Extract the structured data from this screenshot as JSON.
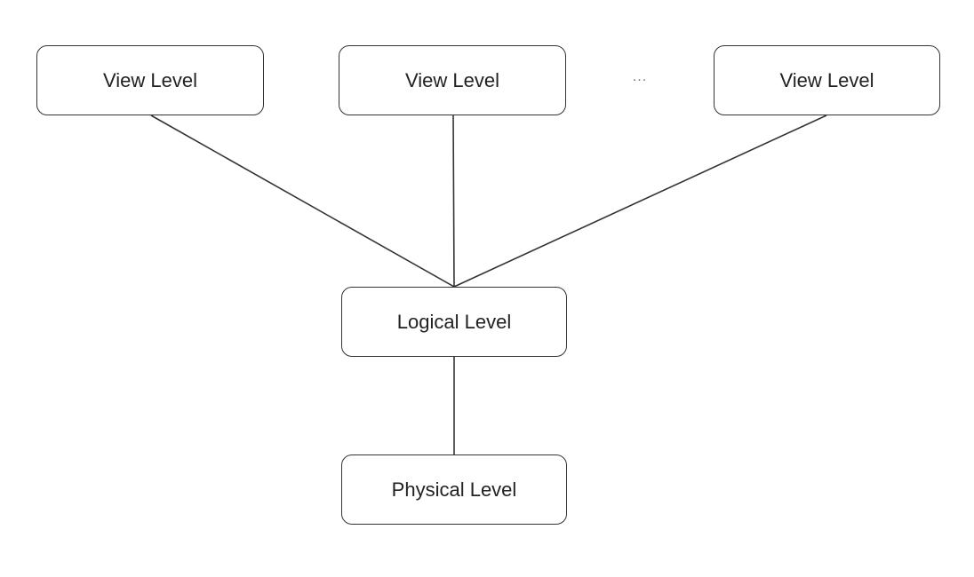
{
  "diagram": {
    "view_nodes": [
      {
        "label": "View Level"
      },
      {
        "label": "View Level"
      },
      {
        "label": "View Level"
      }
    ],
    "ellipsis": "...",
    "logical_node": {
      "label": "Logical Level"
    },
    "physical_node": {
      "label": "Physical Level"
    },
    "edges": [
      {
        "from": "view_nodes.0",
        "to": "logical_node"
      },
      {
        "from": "view_nodes.1",
        "to": "logical_node"
      },
      {
        "from": "view_nodes.2",
        "to": "logical_node"
      },
      {
        "from": "logical_node",
        "to": "physical_node"
      }
    ],
    "colors": {
      "stroke": "#333333",
      "text": "#222222",
      "background": "#ffffff"
    }
  }
}
